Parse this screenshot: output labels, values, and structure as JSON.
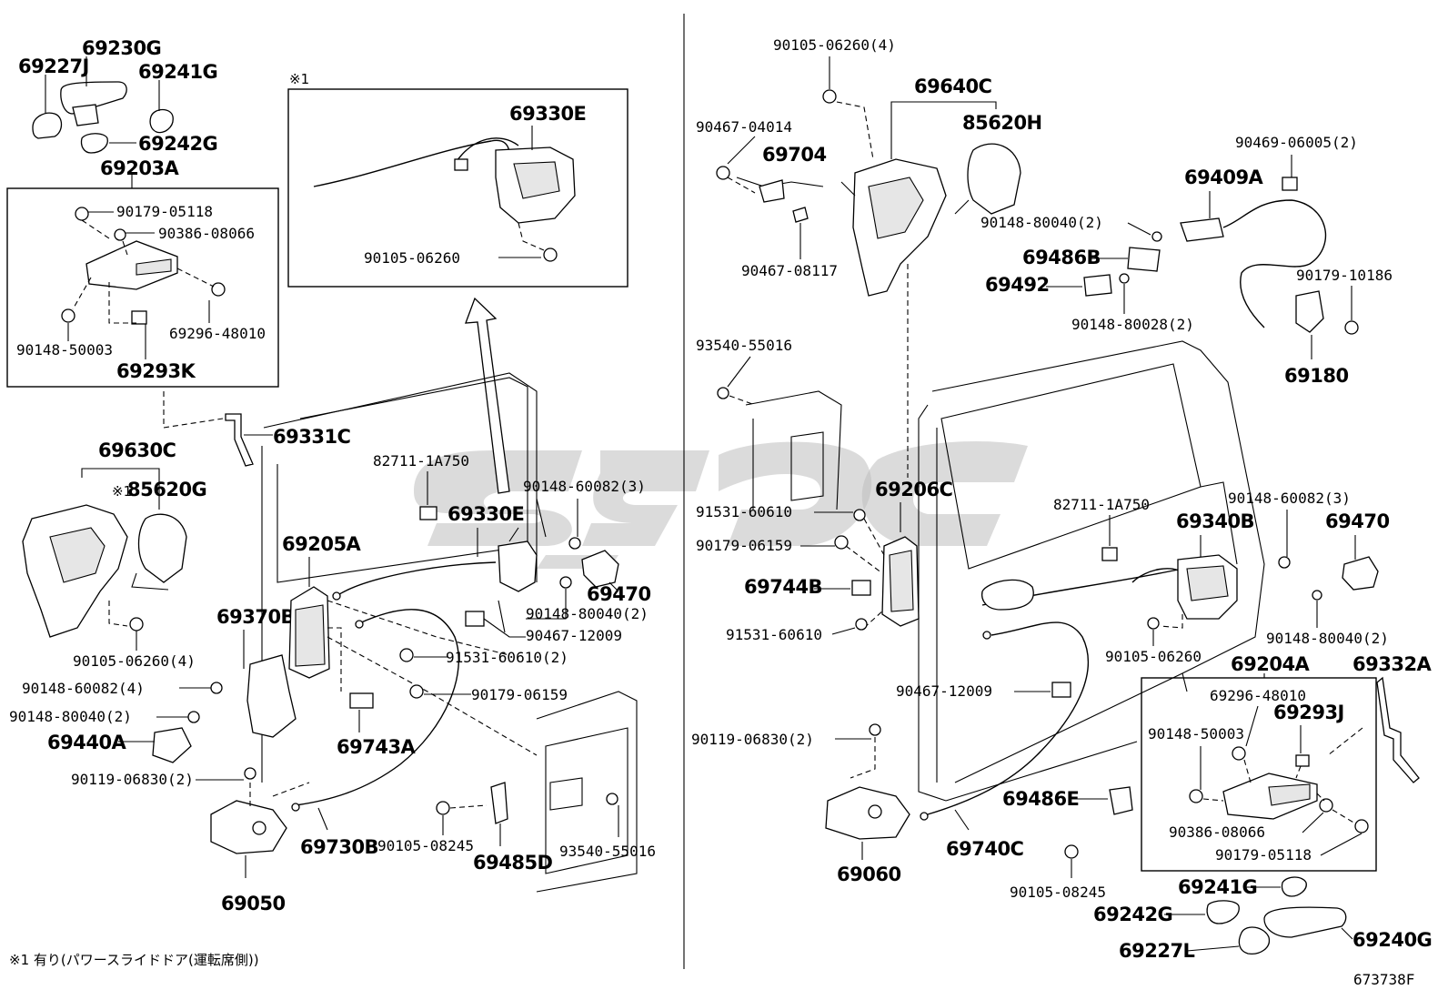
{
  "notes": {
    "box_marker": "※1",
    "footnote": "※1 有り(パワースライドドア(運転席側))",
    "figure_id": "673738F",
    "marker_85620G": "※1"
  },
  "labels": {
    "p69230G": "69230G",
    "p69227J": "69227J",
    "p69241G_a": "69241G",
    "p69242G_a": "69242G",
    "p69203A": "69203A",
    "p90179_05118_a": "90179-05118",
    "p90386_08066_a": "90386-08066",
    "p90148_50003_a": "90148-50003",
    "p69296_48010_a": "69296-48010",
    "p69293K": "69293K",
    "p69330E_a": "69330E",
    "p90105_06260_box": "90105-06260",
    "p69331C": "69331C",
    "p69630C": "69630C",
    "p85620G": "85620G",
    "p90105_06260_4a": "90105-06260(4)",
    "p90148_60082_4": "90148-60082(4)",
    "p90148_80040_2a": "90148-80040(2)",
    "p69440A": "69440A",
    "p90119_06830_2a": "90119-06830(2)",
    "p69050": "69050",
    "p69730B": "69730B",
    "p69370B": "69370B",
    "p69205A": "69205A",
    "p69743A": "69743A",
    "p82711_1A750_a": "82711-1A750",
    "p69330E_b": "69330E",
    "p90148_60082_3a": "90148-60082(3)",
    "p69470_a": "69470",
    "p90148_80040_2b": "90148-80040(2)",
    "p90467_12009_a": "90467-12009",
    "p91531_60610_2": "91531-60610(2)",
    "p90179_06159_a": "90179-06159",
    "p90105_08245_a": "90105-08245",
    "p69485D": "69485D",
    "p93540_55016_a": "93540-55016",
    "p90105_06260_4b": "90105-06260(4)",
    "p69640C": "69640C",
    "p85620H": "85620H",
    "p90467_04014": "90467-04014",
    "p69704": "69704",
    "p90467_08117": "90467-08117",
    "p90469_06005_2": "90469-06005(2)",
    "p69409A": "69409A",
    "p90148_80040_2c": "90148-80040(2)",
    "p69486B": "69486B",
    "p69492": "69492",
    "p90148_80028_2": "90148-80028(2)",
    "p90179_10186": "90179-10186",
    "p69180": "69180",
    "p93540_55016_b": "93540-55016",
    "p91531_60610_a": "91531-60610",
    "p90179_06159_b": "90179-06159",
    "p69206C": "69206C",
    "p69744B": "69744B",
    "p91531_60610_b": "91531-60610",
    "p82711_1A750_b": "82711-1A750",
    "p69340B": "69340B",
    "p90148_60082_3b": "90148-60082(3)",
    "p69470_b": "69470",
    "p90105_06260_b": "90105-06260",
    "p90148_80040_2d": "90148-80040(2)",
    "p69204A": "69204A",
    "p69332A": "69332A",
    "p69296_48010_b": "69296-48010",
    "p69293J": "69293J",
    "p90148_50003_b": "90148-50003",
    "p90386_08066_b": "90386-08066",
    "p90179_05118_b": "90179-05118",
    "p90467_12009_b": "90467-12009",
    "p90119_06830_2b": "90119-06830(2)",
    "p69486E": "69486E",
    "p69060": "69060",
    "p69740C": "69740C",
    "p90105_08245_b": "90105-08245",
    "p69241G_b": "69241G",
    "p69242G_b": "69242G",
    "p69227L": "69227L",
    "p69240G": "69240G"
  }
}
